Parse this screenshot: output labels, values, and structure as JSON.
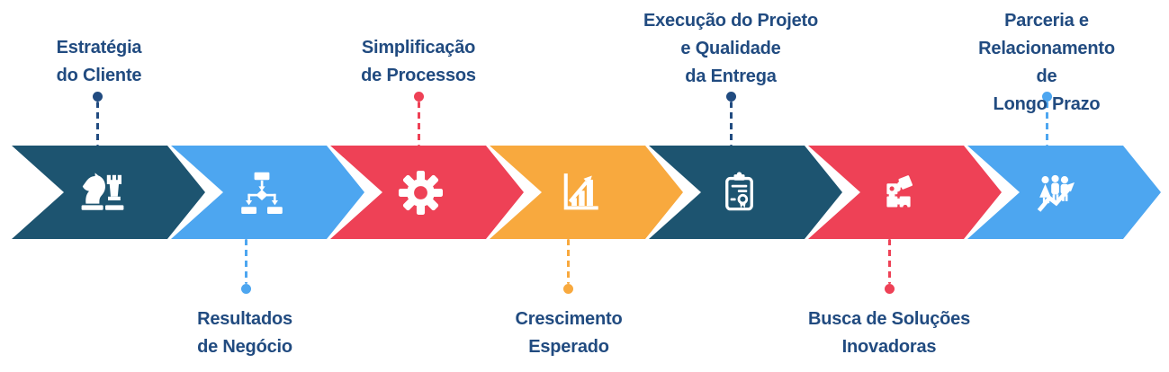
{
  "diagram_type": "horizontal chevron process flow, 7 steps",
  "palette": {
    "background": "#FFFFFF",
    "navy_text": "#214B80",
    "teal": "#1D5470",
    "blue": "#4DA6F0",
    "red": "#EE4156",
    "orange": "#F8A93E",
    "icon_color": "#FFFFFF"
  },
  "steps": [
    {
      "index": 1,
      "label": "Estratégia\ndo Cliente",
      "label_position": "top",
      "icon": "chess-icon",
      "arrow_color": "#1D5470",
      "connector_color": "#214B80"
    },
    {
      "index": 2,
      "label": "Resultados\nde Negócio",
      "label_position": "bottom",
      "icon": "flowchart-icon",
      "arrow_color": "#4DA6F0",
      "connector_color": "#4DA6F0"
    },
    {
      "index": 3,
      "label": "Simplificação\nde Processos",
      "label_position": "top",
      "icon": "gear-icon",
      "arrow_color": "#EE4156",
      "connector_color": "#EE4156"
    },
    {
      "index": 4,
      "label": "Crescimento\nEsperado",
      "label_position": "bottom",
      "icon": "growth-chart-icon",
      "arrow_color": "#F8A93E",
      "connector_color": "#F8A93E"
    },
    {
      "index": 5,
      "label": "Execução do Projeto\ne Qualidade\nda Entrega",
      "label_position": "top",
      "icon": "clipboard-certificate-icon",
      "arrow_color": "#1D5470",
      "connector_color": "#214B80"
    },
    {
      "index": 6,
      "label": "Busca de Soluções\nInovadoras",
      "label_position": "bottom",
      "icon": "puzzle-icon",
      "arrow_color": "#EE4156",
      "connector_color": "#EE4156"
    },
    {
      "index": 7,
      "label": "Parceria e\nRelacionamento de\nLongo Prazo",
      "label_position": "top",
      "icon": "team-growth-icon",
      "arrow_color": "#4DA6F0",
      "connector_color": "#4DA6F0"
    }
  ]
}
